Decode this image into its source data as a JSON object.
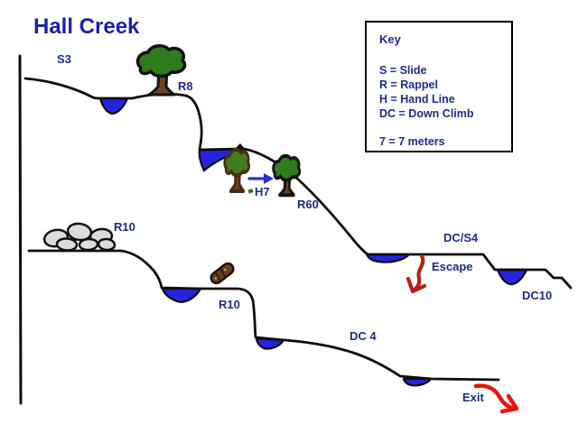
{
  "title": "Hall Creek",
  "key": {
    "heading": "Key",
    "entries": [
      "S = Slide",
      "R = Rappel",
      "H = Hand Line",
      "DC = Down Climb"
    ],
    "scale_note": "7 = 7 meters"
  },
  "labels": {
    "s3": "S3",
    "r8": "R8",
    "h7": "H7",
    "r60": "R60",
    "r10_upper": "R10",
    "r10_lower": "R10",
    "dc_s4": "DC/S4",
    "escape": "Escape",
    "dc10": "DC10",
    "dc4": "DC 4",
    "exit": "Exit"
  },
  "colors": {
    "ink": "#0d0d0d",
    "label_navy": "#1d2c86",
    "title_blue": "#1b1fa9",
    "water": "#2424e0",
    "tree_green": "#2e7c1c",
    "tree_green_small": "#3f7d22",
    "trunk_brown": "#6b4423",
    "tree_outline_brown": "#4a2c12",
    "rock_gray": "#dcdcdc",
    "log_brown": "#6b4020",
    "arrow_blue": "#2331cb",
    "escape_red": "#b2221a",
    "exit_red": "#e8150f",
    "tick_green": "#2e6e18"
  }
}
